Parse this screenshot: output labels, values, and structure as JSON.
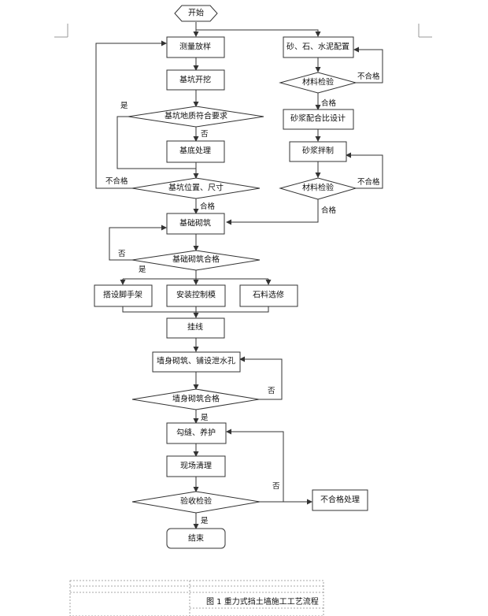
{
  "flow": {
    "start": "开始",
    "survey": "测量放样",
    "excavation": "基坑开挖",
    "geology_check": "基坑地质符合要求",
    "base_treatment": "基底处理",
    "pit_check": "基坑位置、尺寸",
    "foundation_masonry": "基础砌筑",
    "foundation_check": "基础砌筑合格",
    "scaffold": "搭设脚手架",
    "template": "安装控制模",
    "stone_select": "石料选修",
    "line": "挂线",
    "wall_masonry": "墙身砌筑、铺设泄水孔",
    "wall_check": "墙身砌筑合格",
    "pointing": "勾缝、养护",
    "cleanup": "现场清理",
    "acceptance": "验收检验",
    "end": "结束",
    "material_prep": "砂、石、水泥配置",
    "material_check_1": "材料检验",
    "mix_design": "砂浆配合比设计",
    "mortar_mixing": "砂浆拌制",
    "material_check_2": "材料检验",
    "nonconforming": "不合格处理"
  },
  "labels": {
    "yes": "是",
    "no": "否",
    "pass": "合格",
    "fail": "不合格"
  },
  "caption": "图 1  重力式挡土墙施工工艺流程"
}
